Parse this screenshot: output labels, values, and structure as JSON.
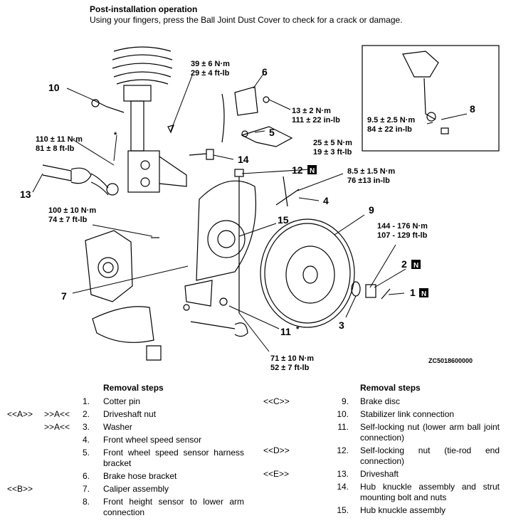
{
  "header": {
    "title": "Post-installation operation",
    "instruction": "Using your fingers, press the Ball Joint Dust Cover to check for a crack or damage."
  },
  "figure": {
    "id": "ZC5018600000",
    "callouts": [
      "1",
      "2",
      "3",
      "4",
      "5",
      "6",
      "7",
      "8",
      "9",
      "10",
      "11",
      "12",
      "13",
      "14",
      "15"
    ],
    "asterisks": [
      "*",
      "*"
    ],
    "n_mark": "N",
    "torques": {
      "t1": [
        "39 ± 6 N·m",
        "29 ± 4 ft-lb"
      ],
      "t2": [
        "13 ± 2 N·m",
        "111 ± 22 in-lb"
      ],
      "t3": [
        "110 ± 11 N·m",
        "81 ± 8 ft-lb"
      ],
      "t4": [
        "25 ± 5 N·m",
        "19 ± 3 ft-lb"
      ],
      "t5": [
        "8.5 ± 1.5 N·m",
        "76 ±13 in-lb"
      ],
      "t6": [
        "100 ± 10 N·m",
        "74 ± 7 ft-lb"
      ],
      "t7": [
        "144 - 176 N·m",
        "107 - 129 ft-lb"
      ],
      "t8": [
        "71 ± 10 N·m",
        "52 ± 7 ft-lb"
      ],
      "t9": [
        "9.5 ± 2.5 N·m",
        "84 ± 22 in-lb"
      ]
    }
  },
  "removal": {
    "heading": "Removal steps",
    "left": [
      {
        "tag1": "",
        "tag2": "",
        "num": "1.",
        "text": "Cotter pin"
      },
      {
        "tag1": "<<A>>",
        "tag2": ">>A<<",
        "num": "2.",
        "text": "Driveshaft nut"
      },
      {
        "tag1": "",
        "tag2": ">>A<<",
        "num": "3.",
        "text": "Washer"
      },
      {
        "tag1": "",
        "tag2": "",
        "num": "4.",
        "text": "Front wheel speed sensor"
      },
      {
        "tag1": "",
        "tag2": "",
        "num": "5.",
        "text": "Front wheel speed sensor harness bracket"
      },
      {
        "tag1": "",
        "tag2": "",
        "num": "6.",
        "text": "Brake hose bracket"
      },
      {
        "tag1": "<<B>>",
        "tag2": "",
        "num": "7.",
        "text": "Caliper assembly"
      },
      {
        "tag1": "",
        "tag2": "",
        "num": "8.",
        "text": "Front height sensor to lower arm connection"
      }
    ],
    "right": [
      {
        "tag1": "<<C>>",
        "tag2": "",
        "num": "9.",
        "text": "Brake disc"
      },
      {
        "tag1": "",
        "tag2": "",
        "num": "10.",
        "text": "Stabilizer link connection"
      },
      {
        "tag1": "",
        "tag2": "",
        "num": "11.",
        "text": "Self-locking nut (lower arm ball joint connection)"
      },
      {
        "tag1": "<<D>>",
        "tag2": "",
        "num": "12.",
        "text": "Self-locking nut (tie-rod end connection)"
      },
      {
        "tag1": "<<E>>",
        "tag2": "",
        "num": "13.",
        "text": "Driveshaft"
      },
      {
        "tag1": "",
        "tag2": "",
        "num": "14.",
        "text": "Hub knuckle assembly and strut mounting bolt and nuts"
      },
      {
        "tag1": "",
        "tag2": "",
        "num": "15.",
        "text": "Hub knuckle assembly"
      }
    ]
  }
}
